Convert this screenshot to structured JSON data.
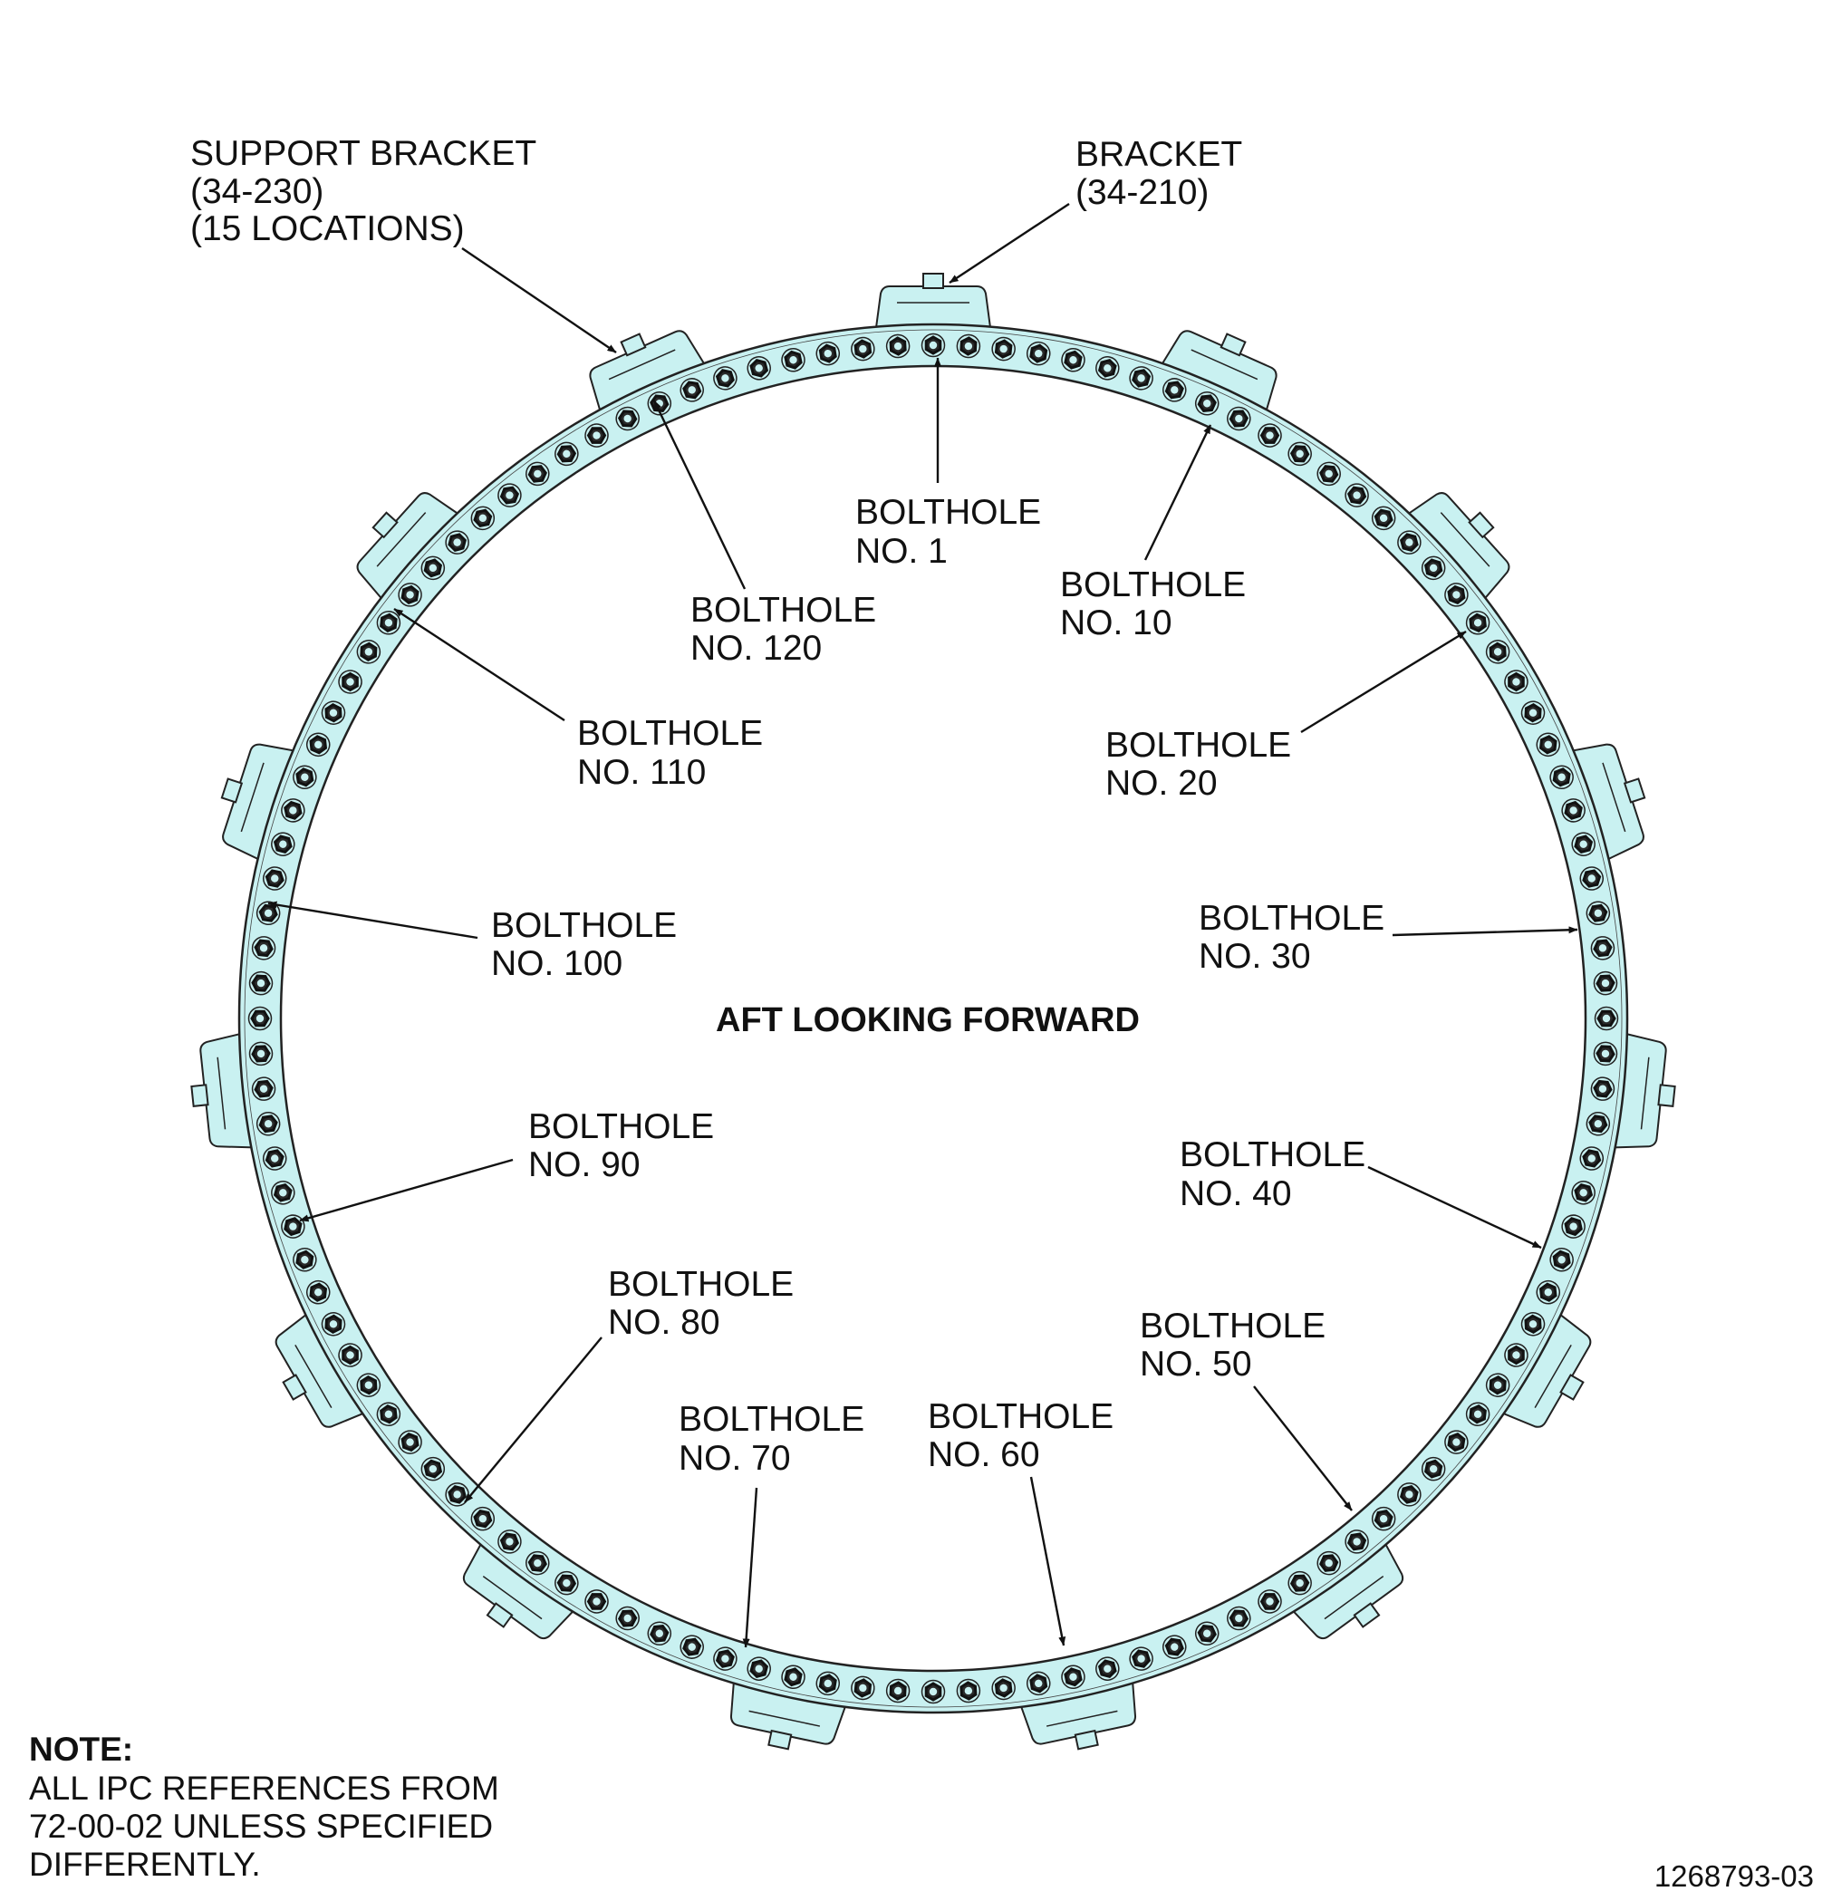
{
  "colors": {
    "ring_fill": "#c9f1f1",
    "bracket_fill": "#c9f1f1",
    "outline": "#222222",
    "bolt_dark": "#2a2a2a",
    "bolt_hole": "#c9f1f1",
    "text": "#111111"
  },
  "bolthole_count": 120,
  "support_bracket_count": 15,
  "view_title": "AFT LOOKING FORWARD",
  "callouts": {
    "support_bracket": {
      "lines": [
        "SUPPORT BRACKET",
        "(34-230)",
        "(15 LOCATIONS)"
      ]
    },
    "bracket": {
      "lines": [
        "BRACKET",
        "(34-210)"
      ]
    },
    "bolthole_1": {
      "number": 1,
      "lines": [
        "BOLTHOLE",
        "NO. 1"
      ]
    },
    "bolthole_10": {
      "number": 10,
      "lines": [
        "BOLTHOLE",
        "NO. 10"
      ]
    },
    "bolthole_20": {
      "number": 20,
      "lines": [
        "BOLTHOLE",
        "NO. 20"
      ]
    },
    "bolthole_30": {
      "number": 30,
      "lines": [
        "BOLTHOLE",
        "NO. 30"
      ]
    },
    "bolthole_40": {
      "number": 40,
      "lines": [
        "BOLTHOLE",
        "NO. 40"
      ]
    },
    "bolthole_50": {
      "number": 50,
      "lines": [
        "BOLTHOLE",
        "NO. 50"
      ]
    },
    "bolthole_60": {
      "number": 60,
      "lines": [
        "BOLTHOLE",
        "NO. 60"
      ]
    },
    "bolthole_70": {
      "number": 70,
      "lines": [
        "BOLTHOLE",
        "NO. 70"
      ]
    },
    "bolthole_80": {
      "number": 80,
      "lines": [
        "BOLTHOLE",
        "NO. 80"
      ]
    },
    "bolthole_90": {
      "number": 90,
      "lines": [
        "BOLTHOLE",
        "NO. 90"
      ]
    },
    "bolthole_100": {
      "number": 100,
      "lines": [
        "BOLTHOLE",
        "NO. 100"
      ]
    },
    "bolthole_110": {
      "number": 110,
      "lines": [
        "BOLTHOLE",
        "NO. 110"
      ]
    },
    "bolthole_120": {
      "number": 120,
      "lines": [
        "BOLTHOLE",
        "NO. 120"
      ]
    }
  },
  "note": {
    "heading": "NOTE:",
    "lines": [
      "ALL IPC REFERENCES FROM",
      "72-00-02 UNLESS SPECIFIED",
      "DIFFERENTLY."
    ]
  },
  "figure_number": "1268793-03"
}
